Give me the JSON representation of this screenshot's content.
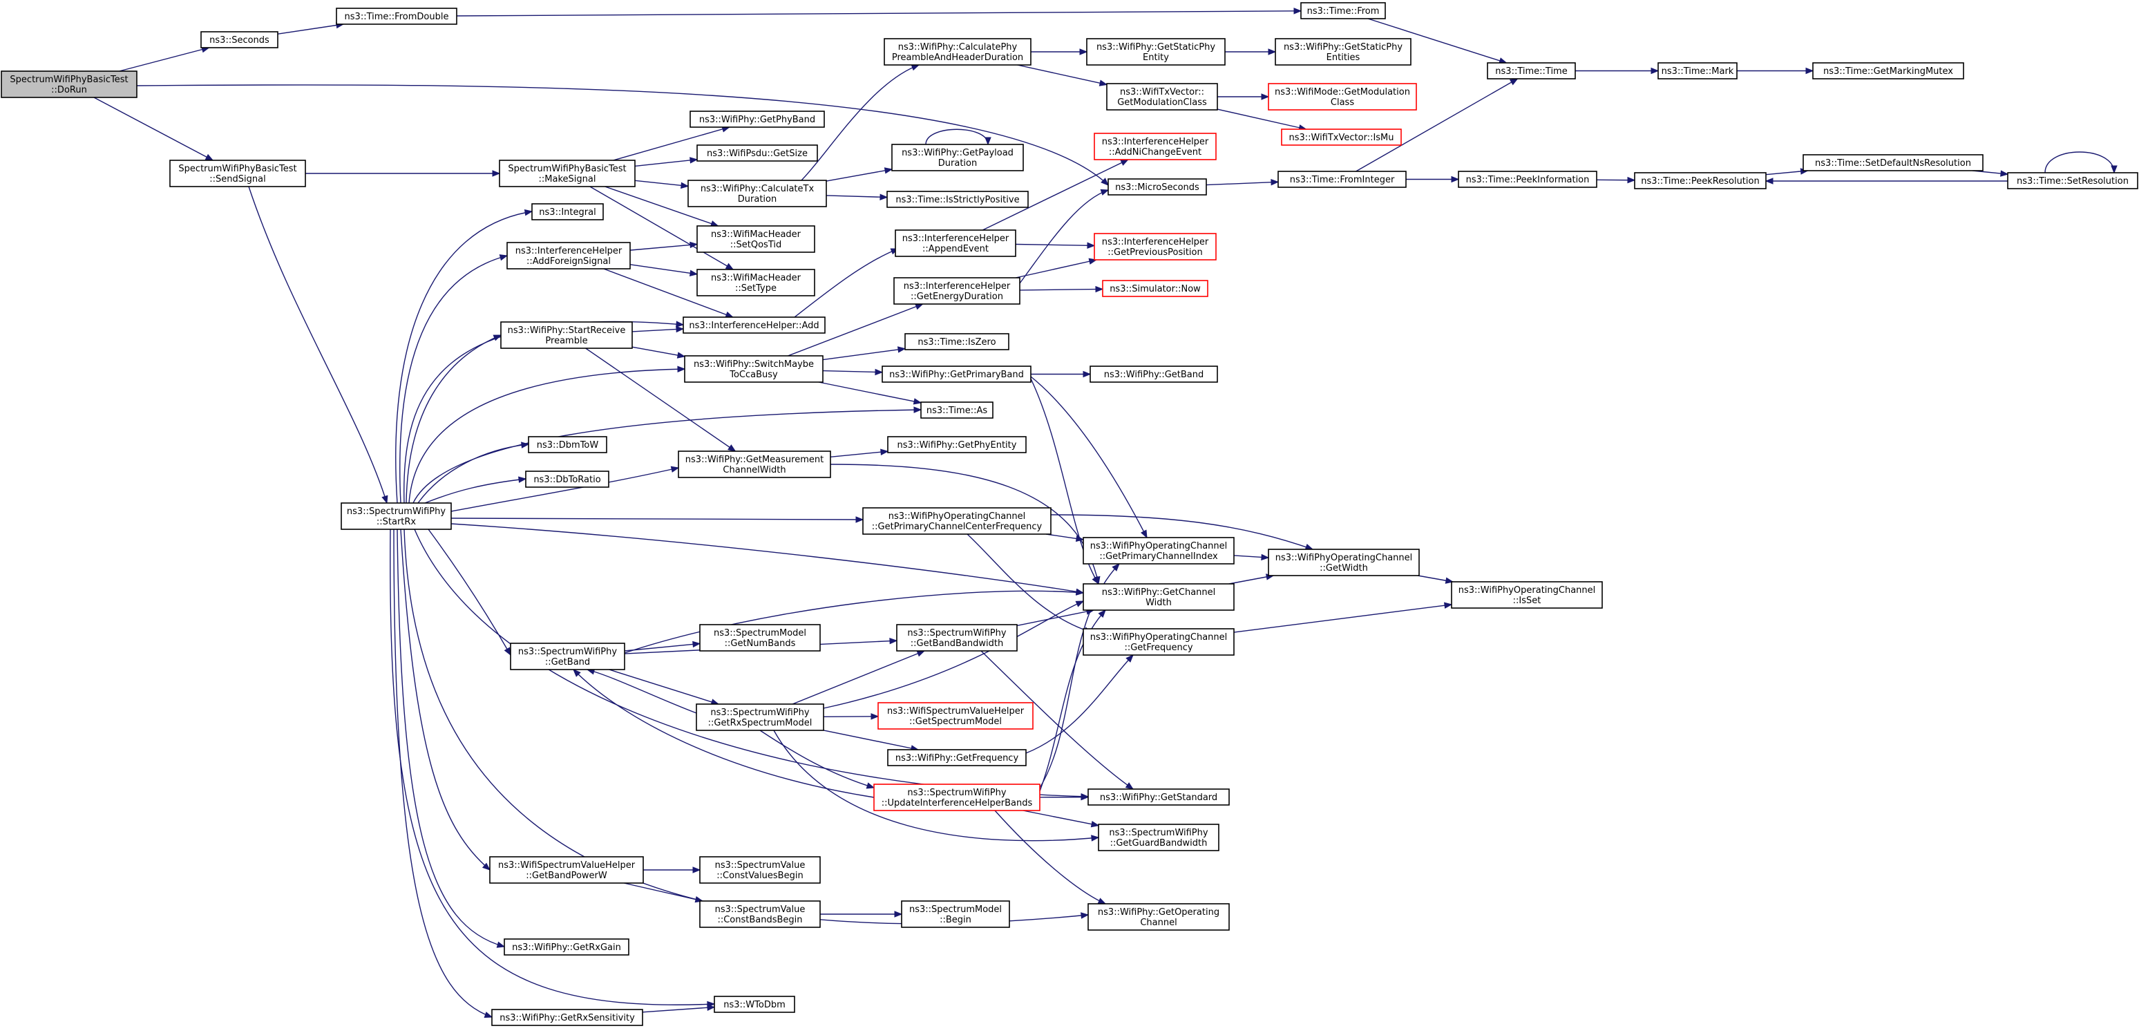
{
  "graph": {
    "colors": {
      "edge": "#191970",
      "node_border": "#000000",
      "truncated_border": "#ff0000",
      "root_fill": "#bfbfbf",
      "background": "#ffffff"
    },
    "nodes": [
      {
        "id": "n0",
        "lines": [
          "SpectrumWifiPhyBasicTest",
          "::DoRun"
        ],
        "root": true
      },
      {
        "id": "n1",
        "lines": [
          "ns3::Seconds"
        ]
      },
      {
        "id": "n2",
        "lines": [
          "ns3::Time::FromDouble"
        ]
      },
      {
        "id": "n3",
        "lines": [
          "ns3::Time::From"
        ]
      },
      {
        "id": "n4",
        "lines": [
          "ns3::Time::Time"
        ]
      },
      {
        "id": "n5",
        "lines": [
          "ns3::Time::Mark"
        ]
      },
      {
        "id": "n6",
        "lines": [
          "ns3::Time::GetMarkingMutex"
        ]
      },
      {
        "id": "n7",
        "lines": [
          "ns3::MicroSeconds"
        ]
      },
      {
        "id": "n8",
        "lines": [
          "ns3::Time::FromInteger"
        ]
      },
      {
        "id": "n9",
        "lines": [
          "ns3::Time::PeekInformation"
        ]
      },
      {
        "id": "n10",
        "lines": [
          "ns3::Time::PeekResolution"
        ]
      },
      {
        "id": "n11",
        "lines": [
          "ns3::Time::SetDefaultNsResolution"
        ]
      },
      {
        "id": "n12",
        "lines": [
          "ns3::Time::SetResolution"
        ]
      },
      {
        "id": "n13",
        "lines": [
          "SpectrumWifiPhyBasicTest",
          "::SendSignal"
        ]
      },
      {
        "id": "n14",
        "lines": [
          "SpectrumWifiPhyBasicTest",
          "::MakeSignal"
        ]
      },
      {
        "id": "n15",
        "lines": [
          "ns3::WifiPhy::GetPhyBand"
        ]
      },
      {
        "id": "n16",
        "lines": [
          "ns3::WifiPsdu::GetSize"
        ]
      },
      {
        "id": "n17",
        "lines": [
          "ns3::WifiPhy::CalculateTx",
          "Duration"
        ]
      },
      {
        "id": "n18",
        "lines": [
          "ns3::WifiPhy::CalculatePhy",
          "PreambleAndHeaderDuration"
        ]
      },
      {
        "id": "n19",
        "lines": [
          "ns3::WifiPhy::GetStaticPhy",
          "Entity"
        ]
      },
      {
        "id": "n20",
        "lines": [
          "ns3::WifiPhy::GetStaticPhy",
          "Entities"
        ]
      },
      {
        "id": "n21",
        "lines": [
          "ns3::WifiTxVector::",
          "GetModulationClass"
        ]
      },
      {
        "id": "n22",
        "lines": [
          "ns3::WifiMode::GetModulation",
          "Class"
        ],
        "truncated": true
      },
      {
        "id": "n23",
        "lines": [
          "ns3::WifiTxVector::IsMu"
        ],
        "truncated": true
      },
      {
        "id": "n24",
        "lines": [
          "ns3::WifiPhy::GetPayload",
          "Duration"
        ]
      },
      {
        "id": "n25",
        "lines": [
          "ns3::Time::IsStrictlyPositive"
        ]
      },
      {
        "id": "n26",
        "lines": [
          "ns3::WifiMacHeader",
          "::SetQosTid"
        ]
      },
      {
        "id": "n27",
        "lines": [
          "ns3::WifiMacHeader",
          "::SetType"
        ]
      },
      {
        "id": "n28",
        "lines": [
          "ns3::SpectrumWifiPhy",
          "::StartRx"
        ]
      },
      {
        "id": "n29",
        "lines": [
          "ns3::Integral"
        ]
      },
      {
        "id": "n30",
        "lines": [
          "ns3::InterferenceHelper",
          "::AddForeignSignal"
        ]
      },
      {
        "id": "n31",
        "lines": [
          "ns3::InterferenceHelper::Add"
        ]
      },
      {
        "id": "n32",
        "lines": [
          "ns3::InterferenceHelper",
          "::AppendEvent"
        ]
      },
      {
        "id": "n33",
        "lines": [
          "ns3::InterferenceHelper",
          "::AddNiChangeEvent"
        ],
        "truncated": true
      },
      {
        "id": "n34",
        "lines": [
          "ns3::InterferenceHelper",
          "::GetPreviousPosition"
        ],
        "truncated": true
      },
      {
        "id": "n35",
        "lines": [
          "ns3::WifiPhy::StartReceive",
          "Preamble"
        ]
      },
      {
        "id": "n36",
        "lines": [
          "ns3::WifiPhy::SwitchMaybe",
          "ToCcaBusy"
        ]
      },
      {
        "id": "n37",
        "lines": [
          "ns3::InterferenceHelper",
          "::GetEnergyDuration"
        ]
      },
      {
        "id": "n38",
        "lines": [
          "ns3::Simulator::Now"
        ],
        "truncated": true
      },
      {
        "id": "n39",
        "lines": [
          "ns3::Time::IsZero"
        ]
      },
      {
        "id": "n40",
        "lines": [
          "ns3::WifiPhy::GetPrimaryBand"
        ]
      },
      {
        "id": "n41",
        "lines": [
          "ns3::WifiPhy::GetBand"
        ]
      },
      {
        "id": "n42",
        "lines": [
          "ns3::Time::As"
        ]
      },
      {
        "id": "n43",
        "lines": [
          "ns3::DbmToW"
        ]
      },
      {
        "id": "n44",
        "lines": [
          "ns3::DbToRatio"
        ]
      },
      {
        "id": "n45",
        "lines": [
          "ns3::WifiPhy::GetMeasurement",
          "ChannelWidth"
        ]
      },
      {
        "id": "n46",
        "lines": [
          "ns3::WifiPhy::GetPhyEntity"
        ]
      },
      {
        "id": "n47",
        "lines": [
          "ns3::WifiPhyOperatingChannel",
          "::GetPrimaryChannelCenterFrequency"
        ]
      },
      {
        "id": "n48",
        "lines": [
          "ns3::WifiPhyOperatingChannel",
          "::GetPrimaryChannelIndex"
        ]
      },
      {
        "id": "n49",
        "lines": [
          "ns3::WifiPhyOperatingChannel",
          "::GetWidth"
        ]
      },
      {
        "id": "n50",
        "lines": [
          "ns3::WifiPhyOperatingChannel",
          "::IsSet"
        ]
      },
      {
        "id": "n51",
        "lines": [
          "ns3::WifiPhy::GetChannel",
          "Width"
        ]
      },
      {
        "id": "n52",
        "lines": [
          "ns3::WifiPhyOperatingChannel",
          "::GetFrequency"
        ]
      },
      {
        "id": "n53",
        "lines": [
          "ns3::SpectrumWifiPhy",
          "::GetBand"
        ]
      },
      {
        "id": "n54",
        "lines": [
          "ns3::SpectrumModel",
          "::GetNumBands"
        ]
      },
      {
        "id": "n55",
        "lines": [
          "ns3::SpectrumWifiPhy",
          "::GetBandBandwidth"
        ]
      },
      {
        "id": "n56",
        "lines": [
          "ns3::SpectrumWifiPhy",
          "::GetRxSpectrumModel"
        ]
      },
      {
        "id": "n57",
        "lines": [
          "ns3::WifiSpectrumValueHelper",
          "::GetSpectrumModel"
        ],
        "truncated": true
      },
      {
        "id": "n58",
        "lines": [
          "ns3::WifiPhy::GetFrequency"
        ]
      },
      {
        "id": "n59",
        "lines": [
          "ns3::SpectrumWifiPhy",
          "::UpdateInterferenceHelperBands"
        ],
        "truncated": true
      },
      {
        "id": "n60",
        "lines": [
          "ns3::WifiPhy::GetStandard"
        ]
      },
      {
        "id": "n61",
        "lines": [
          "ns3::SpectrumWifiPhy",
          "::GetGuardBandwidth"
        ]
      },
      {
        "id": "n62",
        "lines": [
          "ns3::WifiPhy::GetOperating",
          "Channel"
        ]
      },
      {
        "id": "n63",
        "lines": [
          "ns3::WifiSpectrumValueHelper",
          "::GetBandPowerW"
        ]
      },
      {
        "id": "n64",
        "lines": [
          "ns3::SpectrumValue",
          "::ConstValuesBegin"
        ]
      },
      {
        "id": "n65",
        "lines": [
          "ns3::SpectrumValue",
          "::ConstBandsBegin"
        ]
      },
      {
        "id": "n66",
        "lines": [
          "ns3::SpectrumModel",
          "::Begin"
        ]
      },
      {
        "id": "n67",
        "lines": [
          "ns3::WifiPhy::GetRxGain"
        ]
      },
      {
        "id": "n68",
        "lines": [
          "ns3::WifiPhy::GetRxSensitivity"
        ]
      },
      {
        "id": "n69",
        "lines": [
          "ns3::WToDbm"
        ]
      }
    ],
    "edges": [
      [
        "n0",
        "n1"
      ],
      [
        "n0",
        "n7"
      ],
      [
        "n0",
        "n13"
      ],
      [
        "n1",
        "n2"
      ],
      [
        "n2",
        "n3"
      ],
      [
        "n3",
        "n4"
      ],
      [
        "n4",
        "n5"
      ],
      [
        "n5",
        "n6"
      ],
      [
        "n7",
        "n8"
      ],
      [
        "n8",
        "n4"
      ],
      [
        "n8",
        "n9"
      ],
      [
        "n9",
        "n10"
      ],
      [
        "n10",
        "n11"
      ],
      [
        "n11",
        "n12"
      ],
      [
        "n12",
        "n10"
      ],
      [
        "n12",
        "n12"
      ],
      [
        "n13",
        "n14"
      ],
      [
        "n13",
        "n28"
      ],
      [
        "n14",
        "n15"
      ],
      [
        "n14",
        "n16"
      ],
      [
        "n14",
        "n17"
      ],
      [
        "n14",
        "n26"
      ],
      [
        "n14",
        "n27"
      ],
      [
        "n17",
        "n18"
      ],
      [
        "n17",
        "n24"
      ],
      [
        "n17",
        "n25"
      ],
      [
        "n18",
        "n19"
      ],
      [
        "n18",
        "n21"
      ],
      [
        "n19",
        "n20"
      ],
      [
        "n21",
        "n22"
      ],
      [
        "n21",
        "n23"
      ],
      [
        "n24",
        "n24"
      ],
      [
        "n28",
        "n29"
      ],
      [
        "n28",
        "n30"
      ],
      [
        "n28",
        "n31"
      ],
      [
        "n28",
        "n35"
      ],
      [
        "n28",
        "n36"
      ],
      [
        "n28",
        "n42"
      ],
      [
        "n28",
        "n43"
      ],
      [
        "n28",
        "n44"
      ],
      [
        "n28",
        "n45"
      ],
      [
        "n28",
        "n47"
      ],
      [
        "n28",
        "n51"
      ],
      [
        "n28",
        "n53"
      ],
      [
        "n28",
        "n60"
      ],
      [
        "n28",
        "n62"
      ],
      [
        "n28",
        "n63"
      ],
      [
        "n28",
        "n67"
      ],
      [
        "n28",
        "n68"
      ],
      [
        "n28",
        "n69"
      ],
      [
        "n30",
        "n26"
      ],
      [
        "n30",
        "n27"
      ],
      [
        "n30",
        "n31"
      ],
      [
        "n31",
        "n32"
      ],
      [
        "n32",
        "n33"
      ],
      [
        "n32",
        "n34"
      ],
      [
        "n35",
        "n31"
      ],
      [
        "n35",
        "n36"
      ],
      [
        "n35",
        "n45"
      ],
      [
        "n36",
        "n37"
      ],
      [
        "n36",
        "n39"
      ],
      [
        "n36",
        "n40"
      ],
      [
        "n36",
        "n42"
      ],
      [
        "n37",
        "n7"
      ],
      [
        "n37",
        "n34"
      ],
      [
        "n37",
        "n38"
      ],
      [
        "n40",
        "n41"
      ],
      [
        "n40",
        "n48"
      ],
      [
        "n40",
        "n51"
      ],
      [
        "n45",
        "n46"
      ],
      [
        "n45",
        "n51"
      ],
      [
        "n47",
        "n48"
      ],
      [
        "n47",
        "n49"
      ],
      [
        "n47",
        "n52"
      ],
      [
        "n48",
        "n49"
      ],
      [
        "n49",
        "n50"
      ],
      [
        "n51",
        "n49"
      ],
      [
        "n52",
        "n50"
      ],
      [
        "n53",
        "n51"
      ],
      [
        "n53",
        "n54"
      ],
      [
        "n53",
        "n55"
      ],
      [
        "n53",
        "n56"
      ],
      [
        "n55",
        "n51"
      ],
      [
        "n55",
        "n60"
      ],
      [
        "n56",
        "n53"
      ],
      [
        "n56",
        "n55"
      ],
      [
        "n56",
        "n51"
      ],
      [
        "n56",
        "n57"
      ],
      [
        "n56",
        "n58"
      ],
      [
        "n56",
        "n59"
      ],
      [
        "n56",
        "n61"
      ],
      [
        "n58",
        "n52"
      ],
      [
        "n59",
        "n53"
      ],
      [
        "n59",
        "n48"
      ],
      [
        "n59",
        "n51"
      ],
      [
        "n59",
        "n60"
      ],
      [
        "n59",
        "n61"
      ],
      [
        "n59",
        "n62"
      ],
      [
        "n63",
        "n64"
      ],
      [
        "n63",
        "n65"
      ],
      [
        "n65",
        "n66"
      ],
      [
        "n68",
        "n69"
      ]
    ]
  }
}
